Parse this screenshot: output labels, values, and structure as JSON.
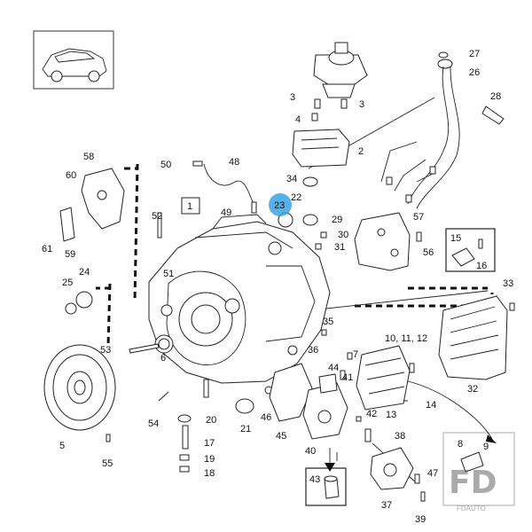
{
  "diagram": {
    "callouts": [
      "1",
      "2",
      "3",
      "3",
      "4",
      "5",
      "6",
      "7",
      "8",
      "9",
      "10, 11, 12",
      "13",
      "14",
      "15",
      "16",
      "17",
      "18",
      "19",
      "20",
      "21",
      "22",
      "23",
      "24",
      "25",
      "26",
      "27",
      "28",
      "29",
      "30",
      "31",
      "32",
      "33",
      "34",
      "35",
      "36",
      "37",
      "38",
      "39",
      "40",
      "41",
      "42",
      "43",
      "44",
      "45",
      "46",
      "47",
      "48",
      "49",
      "50",
      "51",
      "52",
      "53",
      "54",
      "55",
      "56",
      "57",
      "58",
      "59",
      "60",
      "61"
    ],
    "highlight": {
      "label": "23",
      "color": "#3aa3e3"
    }
  },
  "watermark": {
    "logo": "FD",
    "text": "FDAUTO"
  }
}
